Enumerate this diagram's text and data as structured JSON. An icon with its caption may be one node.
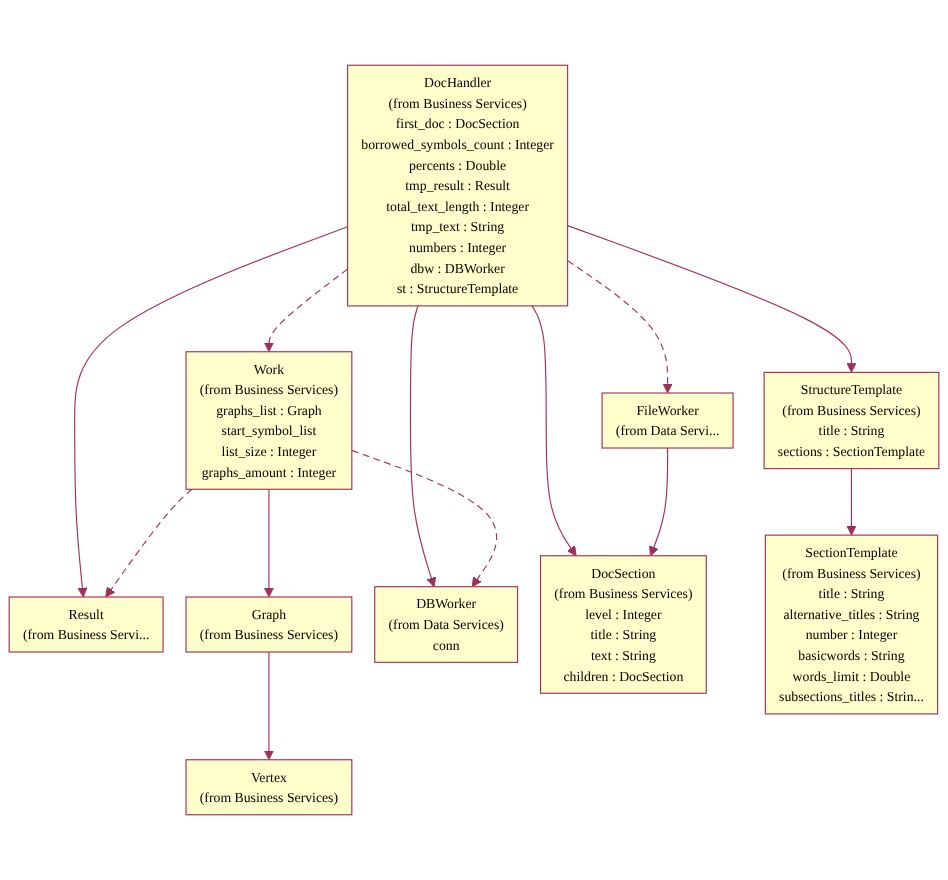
{
  "diagram": {
    "nodes": [
      {
        "text": [
          "DocHandler",
          "(from Business Services)",
          "first_doc : DocSection",
          "borrowed_symbols_count : Integer",
          "percents : Double",
          "tmp_result : Result",
          "total_text_length : Integer",
          "tmp_text : String",
          "numbers : Integer",
          "dbw : DBWorker",
          "st : StructureTemplate"
        ]
      },
      {
        "text": [
          "Result",
          "(from Business Servi..."
        ]
      },
      {
        "text": [
          "Work",
          "(from Business Services)",
          "graphs_list : Graph",
          "start_symbol_list",
          "list_size : Integer",
          "graphs_amount : Integer"
        ]
      },
      {
        "text": [
          "Graph",
          "(from Business Services)"
        ]
      },
      {
        "text": [
          "Vertex",
          "(from Business Services)"
        ]
      },
      {
        "text": [
          "FileWorker",
          "(from Data Servi..."
        ]
      },
      {
        "text": [
          "DocSection",
          "(from Business Services)",
          "level : Integer",
          "title : String",
          "text : String",
          "children : DocSection"
        ]
      },
      {
        "text": [
          "DBWorker",
          "(from Data Services)",
          "conn"
        ]
      },
      {
        "text": [
          "StructureTemplate",
          "(from Business Services)",
          "title : String",
          "sections : SectionTemplate"
        ]
      },
      {
        "text": [
          "SectionTemplate",
          "(from Business Services)",
          "title : String",
          "alternative_titles : String",
          "number : Integer",
          "basicwords : String",
          "words_limit : Double",
          "subsections_titles : Strin..."
        ]
      }
    ],
    "edges": [
      {
        "from": 0,
        "to": 1,
        "arrow": "to"
      },
      {
        "from": 0,
        "to": 2,
        "arrow": "to",
        "style": "dashed"
      },
      {
        "from": 0,
        "to": 5,
        "arrow": "to",
        "style": "dashed"
      },
      {
        "from": 0,
        "to": 6,
        "arrow": "to"
      },
      {
        "from": 0,
        "to": 7,
        "arrow": "to"
      },
      {
        "from": 0,
        "to": 8,
        "arrow": "to"
      },
      {
        "from": 2,
        "to": 1,
        "arrow": "to",
        "style": "dashed"
      },
      {
        "from": 2,
        "to": 3,
        "arrow": "to"
      },
      {
        "from": 2,
        "to": 7,
        "arrow": "to",
        "style": "dashed"
      },
      {
        "from": 3,
        "to": 4,
        "arrow": "to"
      },
      {
        "from": 5,
        "to": 6,
        "arrow": "to"
      },
      {
        "from": 8,
        "to": 9,
        "arrow": "to"
      }
    ]
  }
}
